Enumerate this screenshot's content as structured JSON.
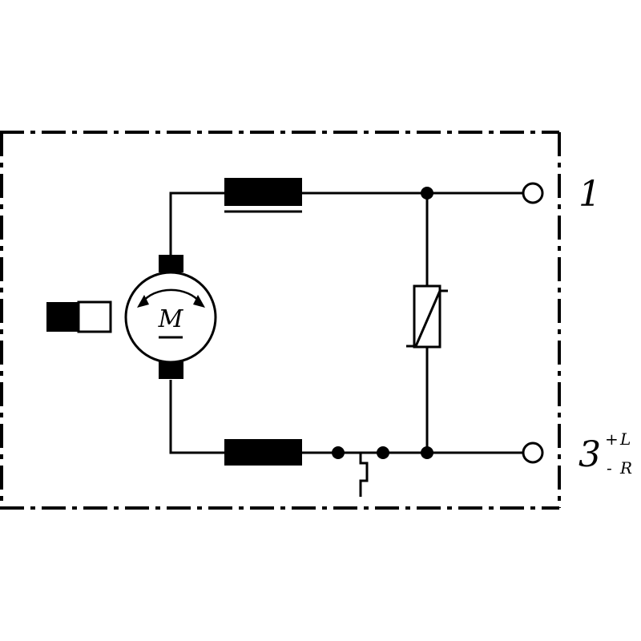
{
  "diagram": {
    "motor_label": "M",
    "terminals": {
      "t1": "1",
      "t3": "3",
      "t3_sup_plus": "+",
      "t3_sup_text": "L",
      "t3_sub_minus": "-",
      "t3_sub_text": "R"
    }
  },
  "colors": {
    "line": "#000000",
    "background": "#ffffff"
  }
}
